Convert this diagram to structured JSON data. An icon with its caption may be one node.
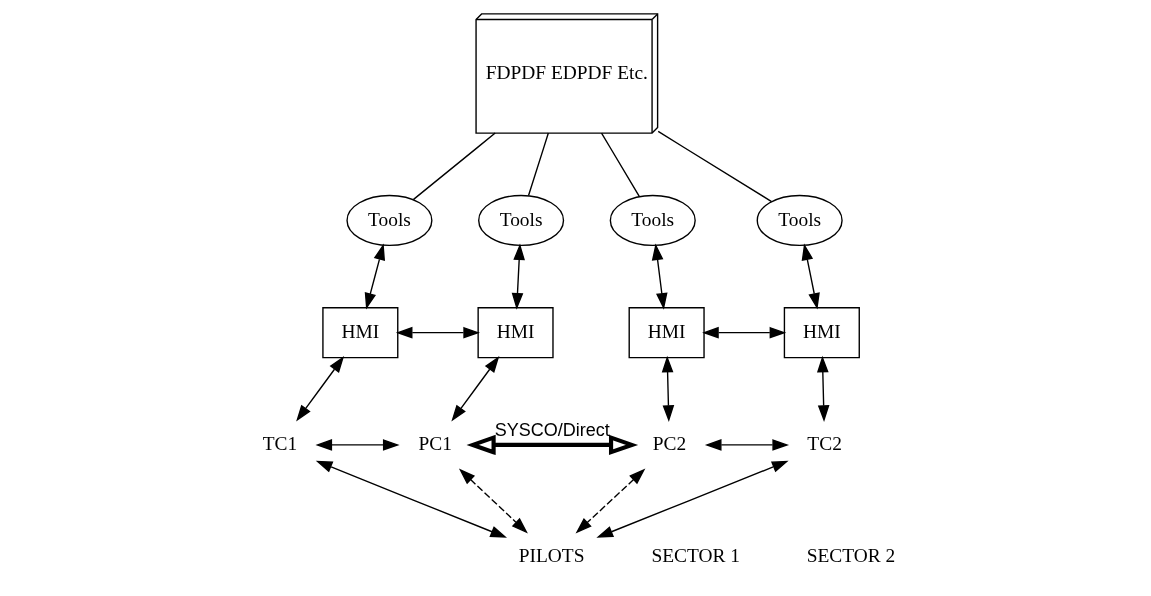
{
  "diagram": {
    "nodes": [
      {
        "text": [
          "FDPDF EDPDF Etc."
        ]
      },
      {
        "text": [
          "Tools"
        ]
      },
      {
        "text": [
          "Tools"
        ]
      },
      {
        "text": [
          "Tools"
        ]
      },
      {
        "text": [
          "Tools"
        ]
      },
      {
        "text": [
          "HMI"
        ]
      },
      {
        "text": [
          "HMI"
        ]
      },
      {
        "text": [
          "HMI"
        ]
      },
      {
        "text": [
          "HMI"
        ]
      },
      {
        "text": [
          "TC1"
        ]
      },
      {
        "text": [
          "PC1"
        ]
      },
      {
        "text": [
          "PC2"
        ]
      },
      {
        "text": [
          "TC2"
        ]
      },
      {
        "text": [
          "PILOTS"
        ]
      }
    ],
    "edges": [
      {
        "from": 0,
        "to": 1,
        "arrow": "none"
      },
      {
        "from": 0,
        "to": 2,
        "arrow": "none"
      },
      {
        "from": 0,
        "to": 3,
        "arrow": "none"
      },
      {
        "from": 0,
        "to": 4,
        "arrow": "none"
      },
      {
        "from": 1,
        "to": 5,
        "arrow": "both"
      },
      {
        "from": 2,
        "to": 6,
        "arrow": "both"
      },
      {
        "from": 5,
        "to": 6,
        "arrow": "both"
      },
      {
        "from": 5,
        "to": 9,
        "arrow": "both"
      },
      {
        "from": 6,
        "to": 10,
        "arrow": "both"
      },
      {
        "from": 9,
        "to": 10,
        "arrow": "both"
      },
      {
        "from": 3,
        "to": 7,
        "arrow": "both"
      },
      {
        "from": 4,
        "to": 8,
        "arrow": "both"
      },
      {
        "from": 7,
        "to": 8,
        "arrow": "both"
      },
      {
        "from": 7,
        "to": 11,
        "arrow": "both"
      },
      {
        "from": 8,
        "to": 12,
        "arrow": "both"
      },
      {
        "from": 11,
        "to": 12,
        "arrow": "both"
      },
      {
        "from": 10,
        "to": 11,
        "arrow": "both",
        "label": "SYSCO/Direct",
        "style": "thick"
      },
      {
        "from": 10,
        "to": 13,
        "arrow": "both",
        "style": "dashed"
      },
      {
        "from": 11,
        "to": 13,
        "arrow": "both",
        "style": "dashed"
      },
      {
        "from": 9,
        "to": 13,
        "arrow": "both"
      },
      {
        "from": 12,
        "to": 13,
        "arrow": "both"
      }
    ],
    "labels": [
      "SECTOR 1",
      "SECTOR 2"
    ]
  }
}
